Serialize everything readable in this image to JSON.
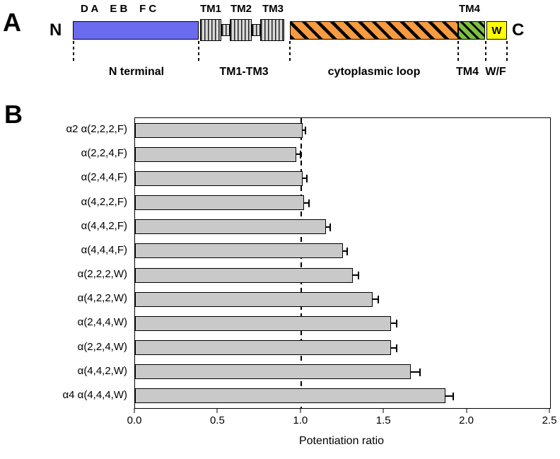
{
  "panelA": {
    "label": "A",
    "n_terminus": "N",
    "c_terminus": "C",
    "loop_letters": "D A    E B    F C",
    "tm_labels": [
      "TM1",
      "TM2",
      "TM3"
    ],
    "tm4_top_label": "TM4",
    "w_box_letter": "W",
    "region_labels": {
      "n_terminal": "N terminal",
      "tm1_tm3": "TM1-TM3",
      "cytoplasmic_loop": "cytoplasmic loop",
      "tm4": "TM4",
      "wf": "W/F"
    },
    "colors": {
      "n_terminal_fill": "#6b6bef",
      "tm_fill": "#d9d9d9",
      "cytoplasmic_fill": "#f89a40",
      "tm4_fill": "#7dc243",
      "wf_fill": "#ffff00"
    }
  },
  "panelB": {
    "label": "B"
  },
  "chart_data": {
    "type": "bar",
    "orientation": "horizontal",
    "categories": [
      "α2 α(2,2,2,F)",
      "α(2,2,4,F)",
      "α(2,4,4,F)",
      "α(4,2,2,F)",
      "α(4,4,2,F)",
      "α(4,4,4,F)",
      "α(2,2,2,W)",
      "α(4,2,2,W)",
      "α(2,4,4,W)",
      "α(2,2,4,W)",
      "α(4,4,2,W)",
      "α4 α(4,4,4,W)"
    ],
    "values": [
      1.01,
      0.97,
      1.01,
      1.02,
      1.15,
      1.25,
      1.31,
      1.43,
      1.54,
      1.54,
      1.66,
      1.87
    ],
    "errors": [
      0.02,
      0.03,
      0.03,
      0.03,
      0.03,
      0.03,
      0.04,
      0.04,
      0.04,
      0.04,
      0.06,
      0.05
    ],
    "xlabel": "Potentiation ratio",
    "xlim": [
      0.0,
      2.5
    ],
    "xticks": [
      0.0,
      0.5,
      1.0,
      1.5,
      2.0,
      2.5
    ],
    "xtick_labels": [
      "0.0",
      "0.5",
      "1.0",
      "1.5",
      "2.0",
      "2.5"
    ],
    "reference_line_x": 1.0,
    "bar_color": "#c9c9c9",
    "grid": false,
    "legend": false
  }
}
